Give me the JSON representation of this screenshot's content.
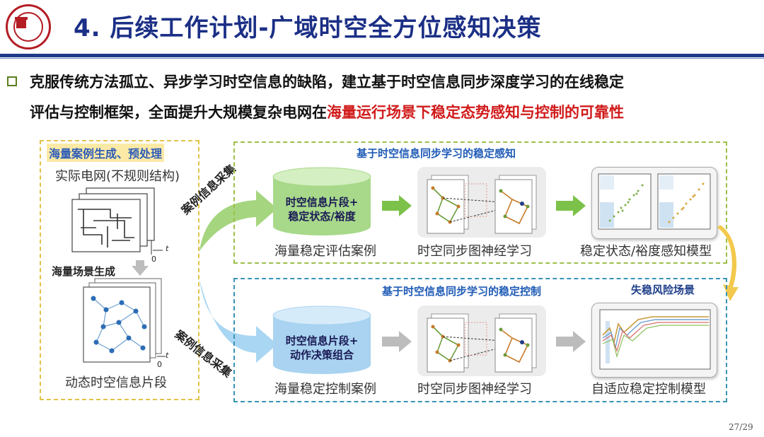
{
  "header": {
    "title": "4. 后续工作计划-广域时空全方位感知决策"
  },
  "intro": {
    "line1": "克服传统方法孤立、异步学习时空信息的缺陷，建立基于时空信息同步深度学习的在线稳定",
    "line2_prefix": "评估与控制框架，全面提升大规模复杂电网在",
    "line2_highlight": "海量运行场景下稳定态势感知与控制的可靠性"
  },
  "left_panel": {
    "title": "海量案例生成、预处理",
    "subtitle": "实际电网(不规则结构)",
    "generation_label": "海量场景生成",
    "bottom_label": "动态时空信息片段",
    "axis_t": "t",
    "axis_zero": "0"
  },
  "arrows": {
    "top_label": "案例信息采集",
    "bottom_label": "案例信息采集"
  },
  "top_section": {
    "title": "基于时空信息同步学习的稳定感知",
    "cylinder_text": [
      "时空信息片段+",
      "稳定状态/裕度"
    ],
    "captions": [
      "海量稳定评估案例",
      "时空同步图神经学习",
      "稳定状态/裕度感知模型"
    ]
  },
  "bottom_section": {
    "title": "基于时空信息同步学习的稳定控制",
    "risk_label": "失稳风险场景",
    "cylinder_text": [
      "时空信息片段+",
      "动作决策组合"
    ],
    "captions": [
      "海量稳定控制案例",
      "时空同步图神经学习",
      "自适应稳定控制模型"
    ]
  },
  "footer": {
    "page": "27/29"
  },
  "colors": {
    "title_blue": "#1b2f86",
    "highlight_red": "#d11b1b",
    "green_arrow": "#7cc24a",
    "blue_arrow": "#8ec8ec"
  }
}
